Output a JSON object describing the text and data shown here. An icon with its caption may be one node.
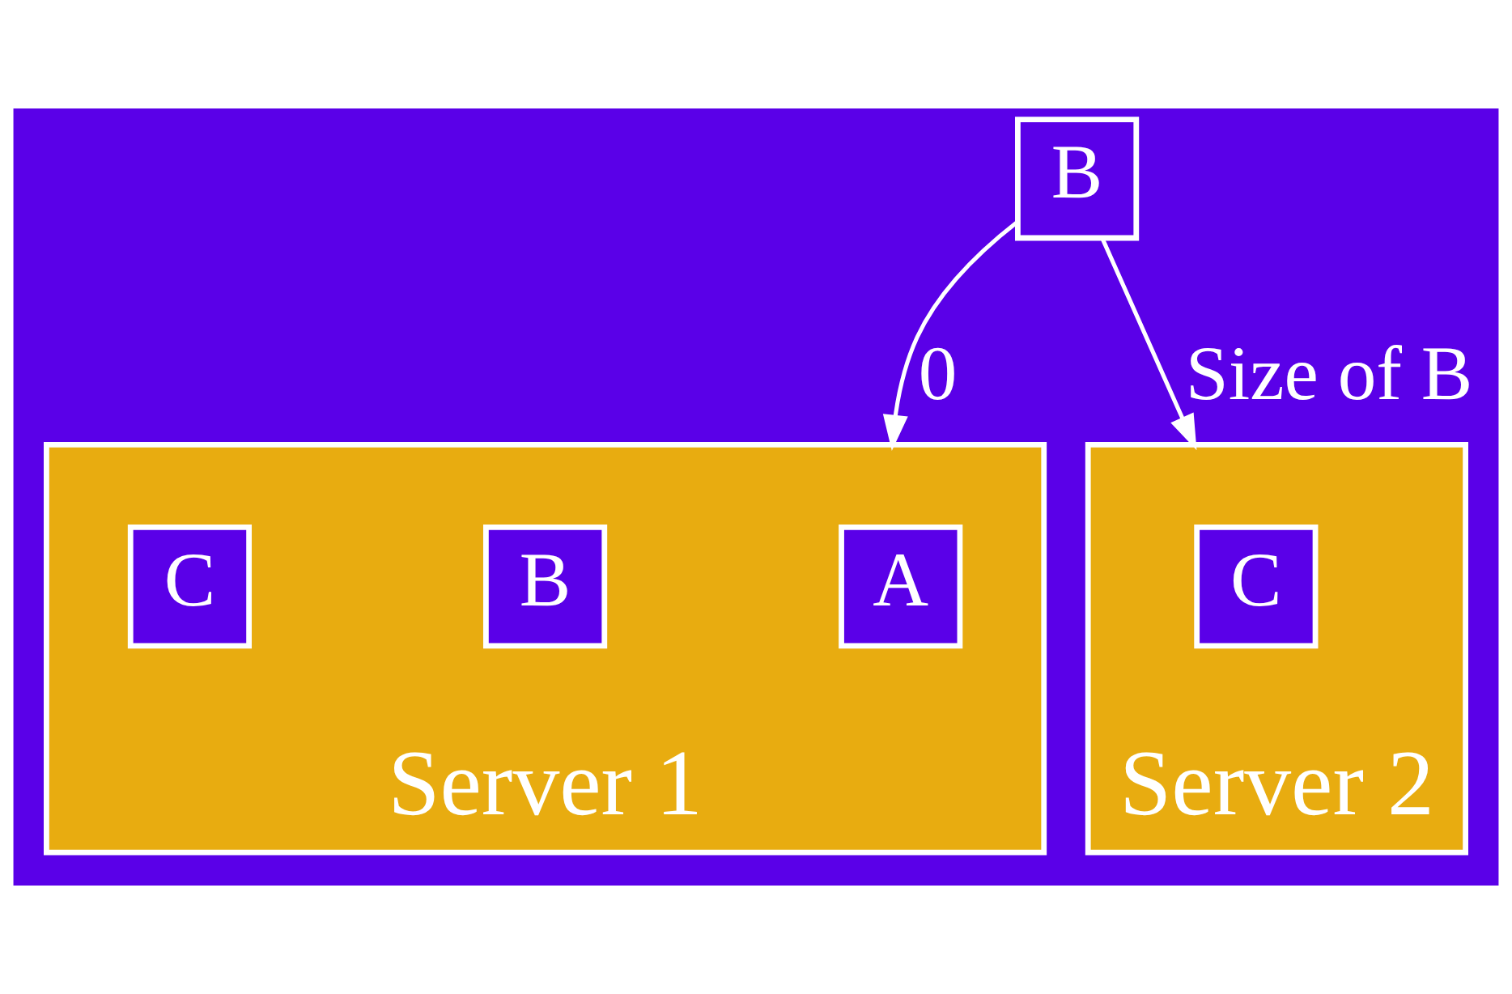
{
  "diagram": {
    "nodes": [
      {
        "text": [
          "B"
        ]
      },
      {
        "text": [
          "Server 1"
        ]
      },
      {
        "text": [
          "A"
        ],
        "in": 1
      },
      {
        "text": [
          "B"
        ],
        "in": 1
      },
      {
        "text": [
          "C"
        ],
        "in": 1
      },
      {
        "text": [
          "Server 2"
        ]
      },
      {
        "text": [
          "C"
        ],
        "in": 5
      }
    ],
    "edges": [
      {
        "from": 0,
        "to": 1,
        "arrow": "to",
        "label": "0"
      },
      {
        "from": 0,
        "to": 5,
        "arrow": "to",
        "label": "Size of B"
      }
    ]
  }
}
